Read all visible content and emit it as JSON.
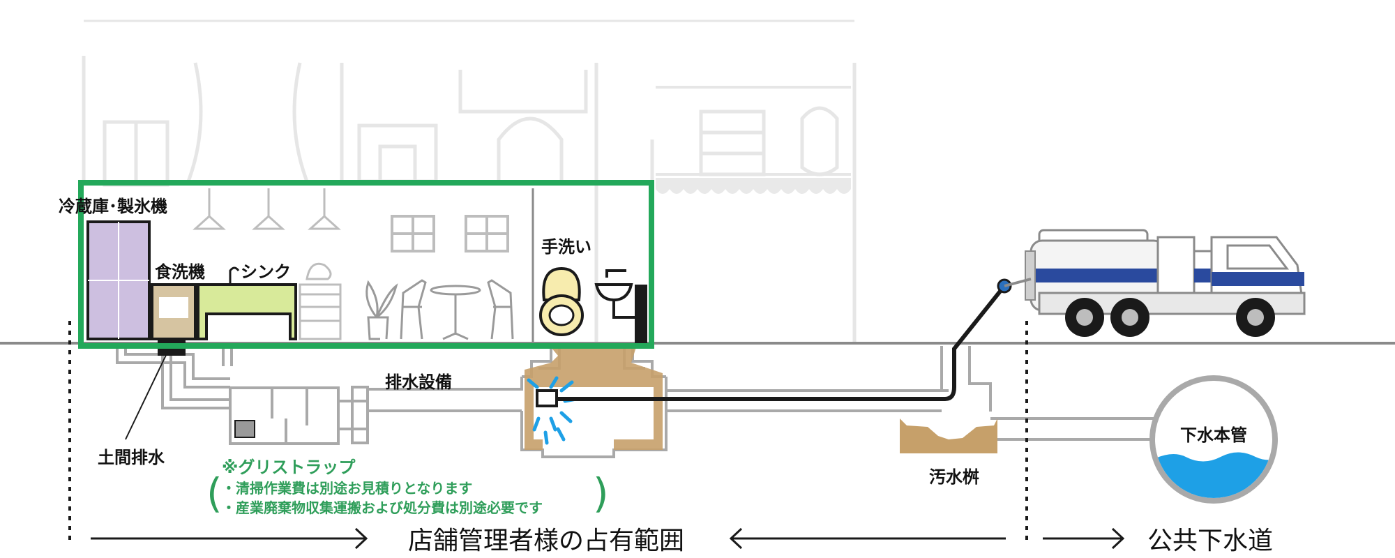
{
  "labels": {
    "fridge": "冷蔵庫･製氷機",
    "dishwasher": "食洗機",
    "sink": "シンク",
    "handwash": "手洗い",
    "drainage_equipment": "排水設備",
    "floor_drain": "土間排水",
    "grease_trap": "※グリストラップ",
    "grease_note_1": "・清掃作業費は別途お見積りとなります",
    "grease_note_2": "・産業廃棄物収集運搬および処分費は別途必要です",
    "sewage_basin": "汚水桝",
    "main_sewer": "下水本管",
    "owner_range": "店舗管理者様の占有範囲",
    "public_sewer": "公共下水道"
  },
  "colors": {
    "highlight_frame": "#23a85a",
    "pipe": "#a9a9a9",
    "hose": "#1a1a1a",
    "sludge": "#c6a06a",
    "water": "#1ea0e6",
    "fridge": "#cdbfe0",
    "sink": "#d8ea9a",
    "toilet": "#f7ecae",
    "truck_stripe": "#2a4a9e",
    "note_text": "#2f9e5a"
  }
}
